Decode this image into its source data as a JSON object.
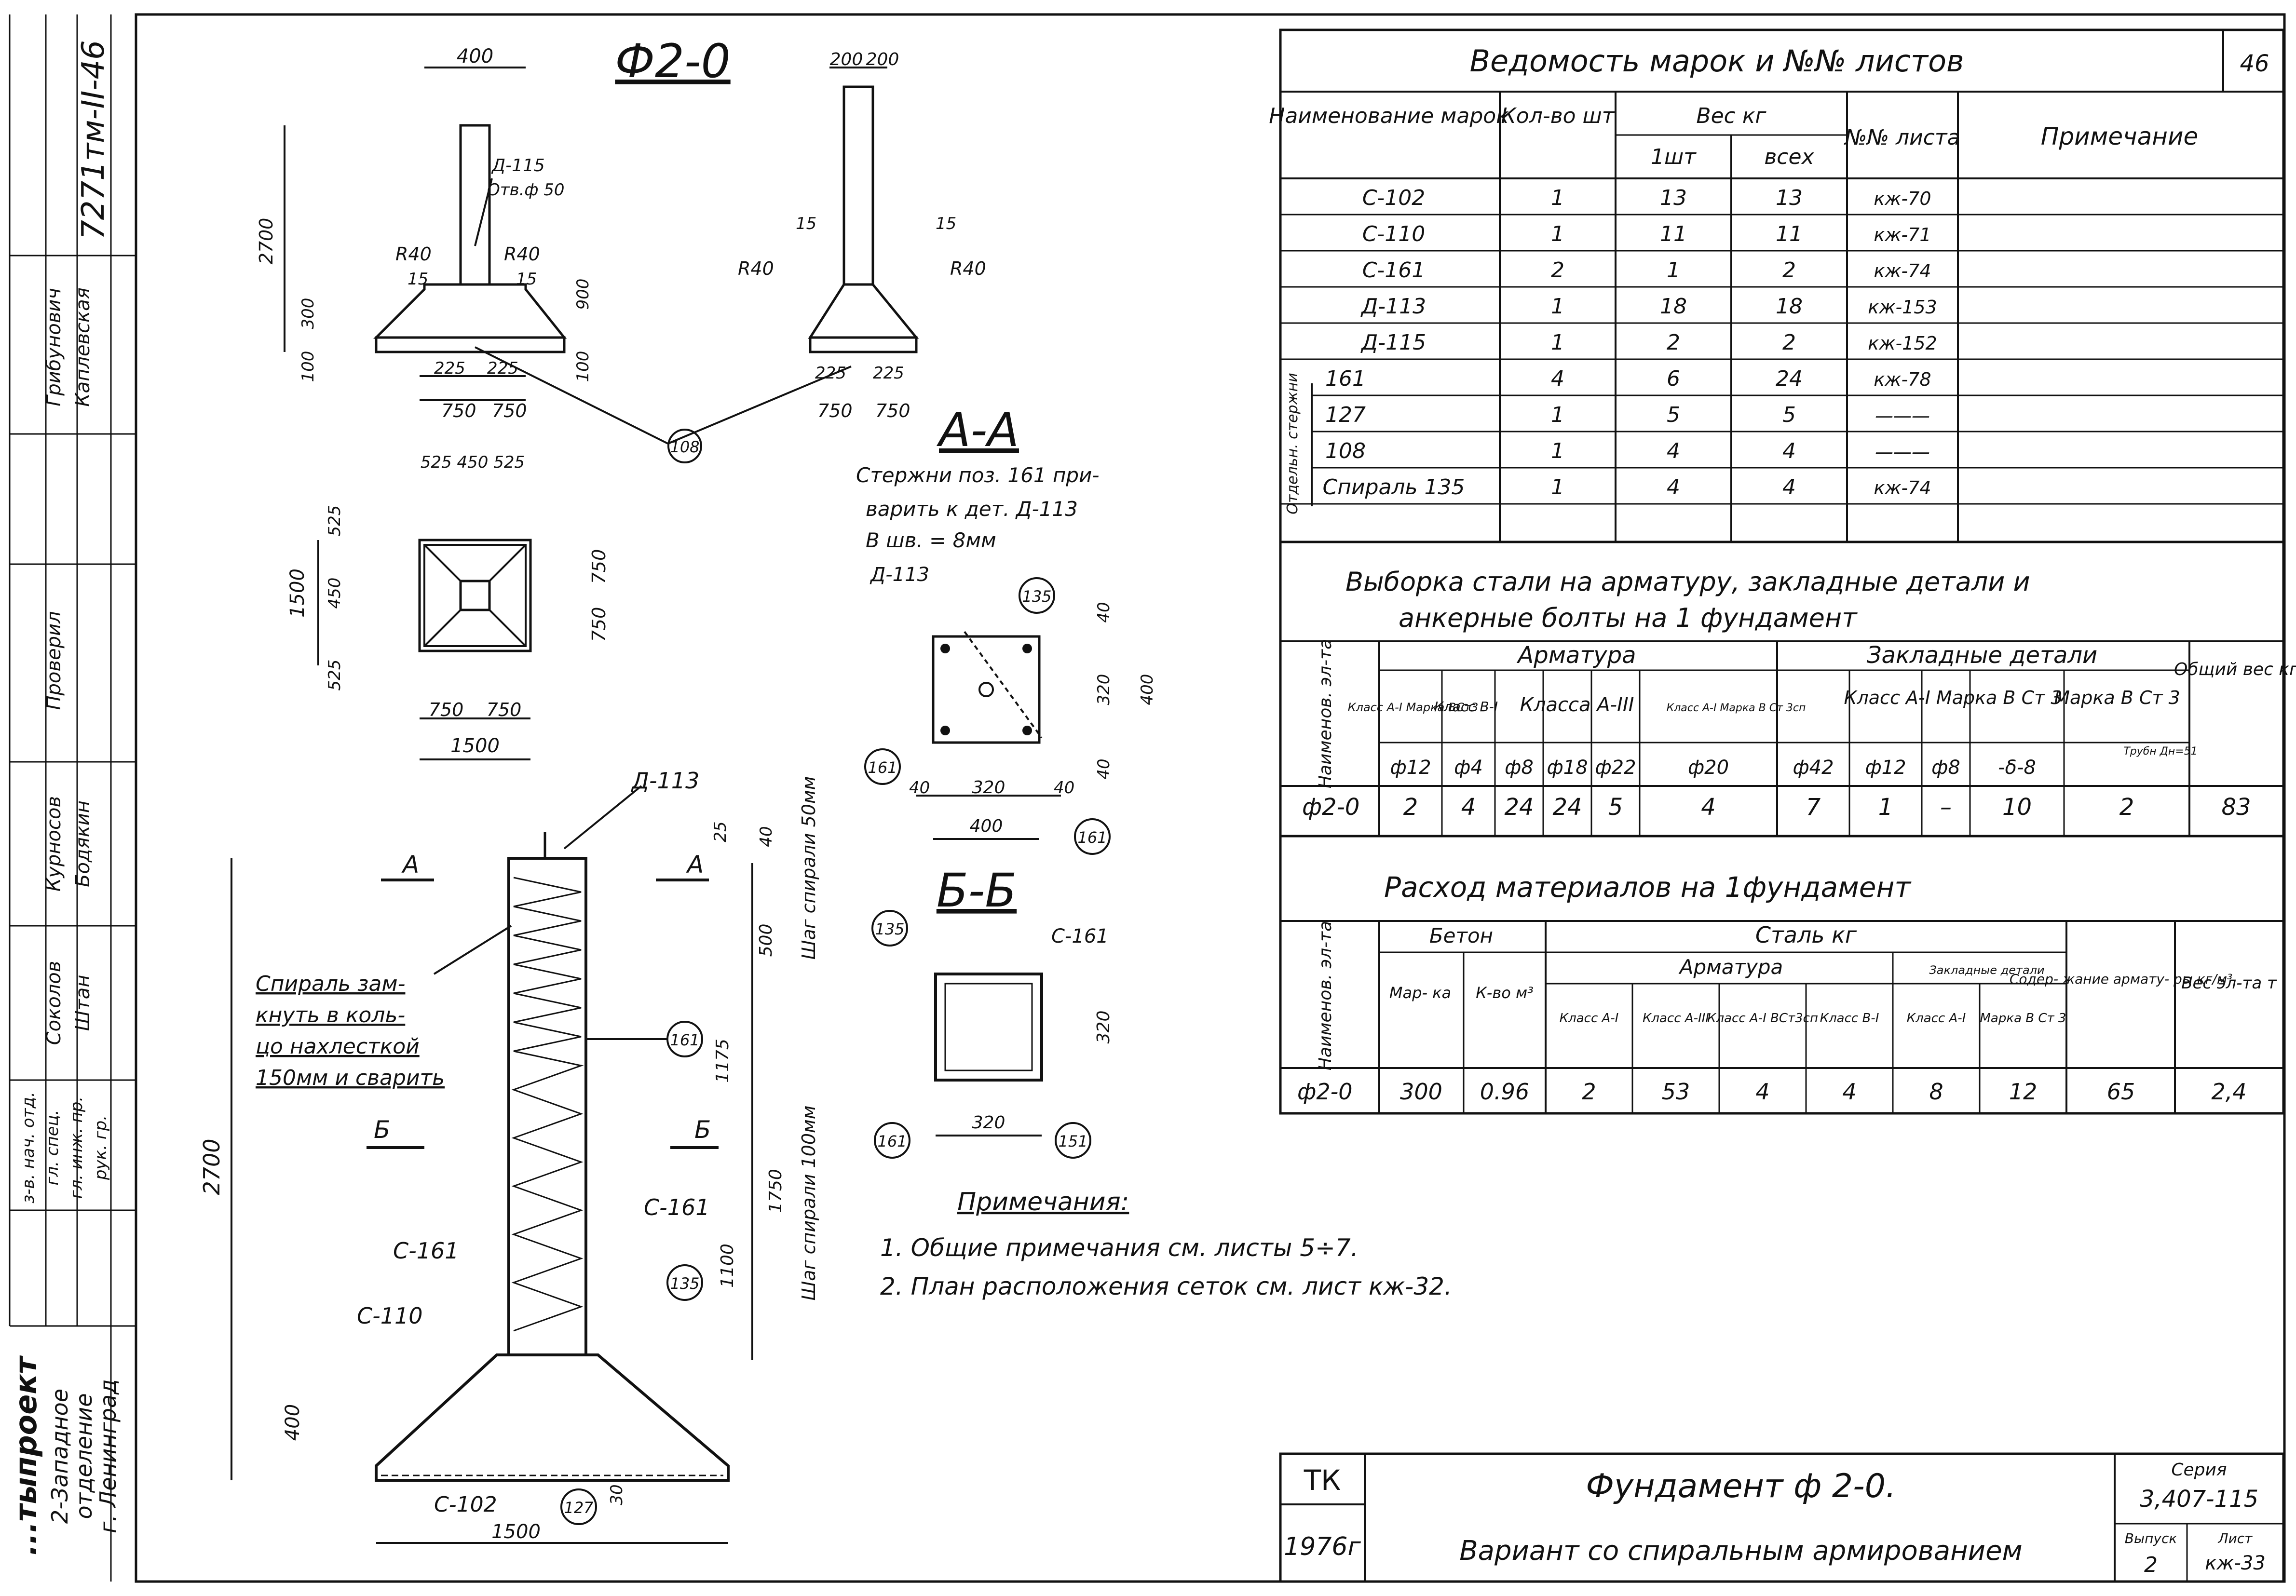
{
  "stamp": {
    "doc_code": "7271тм-II-46",
    "left_lines": [
      "Грибунович",
      "Каплевская",
      "Проверил",
      "Курносов",
      "Штан",
      "Соколов",
      "Бодякин"
    ],
    "roles": [
      "з-в. нач. отд.",
      "гл. спец.",
      "гл. инж. пр.",
      "рук. гр."
    ],
    "org": "...тыпроект",
    "org_sub1": "2-Западное",
    "org_sub2": "отделение",
    "org_sub3": "г. Ленинград"
  },
  "drawing": {
    "title": "Ф2-0",
    "top_dims": {
      "d400": "400",
      "d200a": "200",
      "d200b": "200",
      "d2700": "2700",
      "d300": "300",
      "d100": "100",
      "d900": "900",
      "d100b": "100",
      "d15a": "15",
      "d15b": "15",
      "d15c": "15",
      "d15d": "15",
      "r40a": "R40",
      "r40b": "R40",
      "r40c": "R40",
      "r40d": "R40",
      "d225a": "225",
      "d225b": "225",
      "d750a": "750",
      "d750b": "750",
      "d225c": "225",
      "d225d": "225",
      "d750c": "750",
      "d750d": "750",
      "callout": "Д-115",
      "hole": "Отв.ф 50",
      "ref108": "108"
    },
    "plan_dims": {
      "top": "525 450 525",
      "l525a": "525",
      "l1500": "1500",
      "l450": "450",
      "l525b": "525",
      "r750a": "750",
      "r750b": "750",
      "b750a": "750",
      "b750b": "750",
      "b1500": "1500"
    },
    "section_aa": {
      "title": "А-А",
      "note1": "Стержни поз. 161 при-",
      "note2": "варить к дет. Д-113",
      "note3": "В шв. = 8мм",
      "d113": "Д-113",
      "ref135": "135",
      "ref161": "161",
      "d40a": "40",
      "d320": "320",
      "d400": "400",
      "d40b": "40",
      "b40a": "40",
      "b320": "320",
      "b40b": "40",
      "b400": "400"
    },
    "section_bb": {
      "title": "Б-Б",
      "c161": "С-161",
      "ref135": "135",
      "ref161a": "161",
      "ref161b": "151",
      "d320v": "320",
      "d320h": "320"
    },
    "elevation": {
      "d113": "Д-113",
      "cutA1": "А",
      "cutA2": "А",
      "cutB1": "Б",
      "cutB2": "Б",
      "spiral_note": [
        "Спираль зам-",
        "кнуть в коль-",
        "цо нахлесткой",
        "150мм и сварить"
      ],
      "c161a": "С-161",
      "c161b": "С-161",
      "c110": "С-110",
      "c102": "С-102",
      "ref161": "161",
      "ref135": "135",
      "ref127": "127",
      "d2700": "2700",
      "d400": "400",
      "d1500": "1500",
      "d30": "30",
      "d25": "25",
      "d40": "40",
      "d500": "500",
      "d1175": "1175",
      "d1750": "1750",
      "d1100": "1100",
      "pitch50": "Шаг спирали 50мм",
      "pitch100": "Шаг спирали 100мм"
    },
    "notes": {
      "heading": "Примечания:",
      "items": [
        "1. Общие примечания см. листы 5÷7.",
        "2. План расположения сеток см. лист кж-32."
      ]
    }
  },
  "marks_table": {
    "title": "Ведомость марок и №№ листов",
    "sheet_no": "46",
    "headers": [
      "Наименование марок",
      "Кол-во шт",
      "Вес кг",
      "1шт",
      "всех",
      "№№ листа",
      "Примечание"
    ],
    "group_label": "Отдельн. стержни",
    "rows": [
      {
        "name": "С-102",
        "qty": "1",
        "w1": "13",
        "wall": "13",
        "sheet": "кж-70"
      },
      {
        "name": "С-110",
        "qty": "1",
        "w1": "11",
        "wall": "11",
        "sheet": "кж-71"
      },
      {
        "name": "С-161",
        "qty": "2",
        "w1": "1",
        "wall": "2",
        "sheet": "кж-74"
      },
      {
        "name": "Д-113",
        "qty": "1",
        "w1": "18",
        "wall": "18",
        "sheet": "кж-153"
      },
      {
        "name": "Д-115",
        "qty": "1",
        "w1": "2",
        "wall": "2",
        "sheet": "кж-152"
      },
      {
        "name": "161",
        "qty": "4",
        "w1": "6",
        "wall": "24",
        "sheet": "кж-78"
      },
      {
        "name": "127",
        "qty": "1",
        "w1": "5",
        "wall": "5",
        "sheet": "———"
      },
      {
        "name": "108",
        "qty": "1",
        "w1": "4",
        "wall": "4",
        "sheet": "———"
      },
      {
        "name": "Спираль 135",
        "qty": "1",
        "w1": "4",
        "wall": "4",
        "sheet": "кж-74"
      }
    ]
  },
  "steel_table": {
    "title1": "Выборка стали на арматуру, закладные детали и",
    "title2": "анкерные болты на 1 фундамент",
    "h_name": "Наименов. эл-та",
    "h_armatura": "Арматура",
    "h_zakl": "Закладные детали",
    "h_total": "Общий вес кг",
    "h_a1": "Класс А-I Марка ВСт3",
    "h_b1": "Класс В-I",
    "h_a3": "Класса А-III",
    "h_a1b": "Класс А-I Марка В Ст 3сп",
    "h_za1": "Класс А-I Марка В Ст 3",
    "h_zm": "Марка В Ст 3",
    "h_pipe": "Трубн Дн=51",
    "cols": [
      "ф12",
      "ф4",
      "ф8",
      "ф18",
      "ф22",
      "ф20",
      "ф42",
      "ф12",
      "ф8",
      "-δ-8",
      "Трубн"
    ],
    "row": {
      "name": "ф2-0",
      "vals": [
        "2",
        "4",
        "24",
        "24",
        "5",
        "4",
        "7",
        "1",
        "–",
        "10",
        "2"
      ],
      "total": "83"
    }
  },
  "materials_table": {
    "title": "Расход материалов на 1фундамент",
    "h_name": "Наименов. эл-та",
    "h_beton": "Бетон",
    "h_marka": "Мар- ка",
    "h_kvo": "К-во м³",
    "h_stal": "Сталь кг",
    "h_arm": "Арматура",
    "h_zakl": "Закладные детали",
    "h_content": "Содер- жание армату- ры кг/м³",
    "h_weight": "Вес эл-та т",
    "h_cols": [
      "Класс А-I",
      "Класс А-III",
      "Класс А-I ВСт3сп",
      "Класс В-I",
      "Класс А-I",
      "Марка В Ст 3"
    ],
    "row": {
      "name": "ф2-0",
      "marka": "300",
      "kvo": "0.96",
      "s1": "2",
      "s2": "53",
      "s3": "4",
      "s4": "4",
      "s5": "8",
      "s6": "12",
      "content": "65",
      "weight": "2,4"
    }
  },
  "title_block": {
    "tk": "ТК",
    "year": "1976г",
    "name": "Фундамент ф 2-0.",
    "desc": "Вариант со спиральным армированием",
    "series_label": "Серия",
    "series": "3,407-115",
    "vypusk_label": "Выпуск",
    "vypusk": "2",
    "list_label": "Лист",
    "list": "кж-33"
  }
}
